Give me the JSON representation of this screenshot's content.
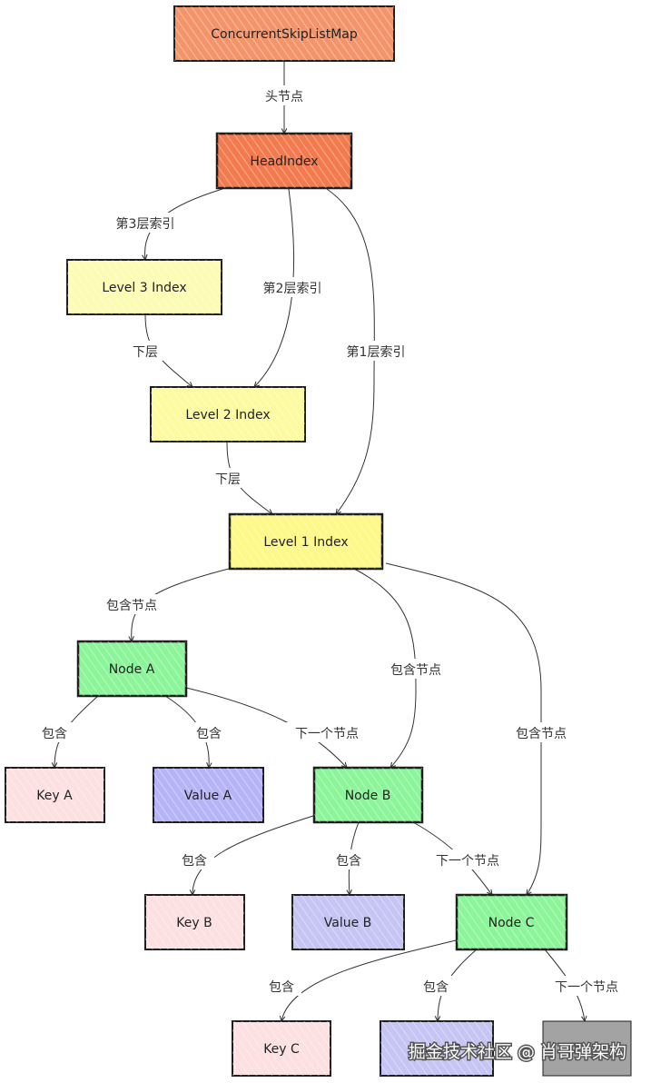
{
  "nodes": {
    "csl": {
      "label": "ConcurrentSkipListMap",
      "fill": "#f4946a"
    },
    "head": {
      "label": "HeadIndex",
      "fill": "#f27a4e"
    },
    "l3": {
      "label": "Level 3 Index",
      "fill": "#fdfcb4"
    },
    "l2": {
      "label": "Level 2 Index",
      "fill": "#fdfba0"
    },
    "l1": {
      "label": "Level 1 Index",
      "fill": "#fdf887"
    },
    "nodeA": {
      "label": "Node A",
      "fill": "#8cf59a"
    },
    "keyA": {
      "label": "Key A",
      "fill": "#fde0e1"
    },
    "valA": {
      "label": "Value A",
      "fill": "#b6b4f6"
    },
    "nodeB": {
      "label": "Node B",
      "fill": "#8cf59a"
    },
    "keyB": {
      "label": "Key B",
      "fill": "#fde0e1"
    },
    "valB": {
      "label": "Value B",
      "fill": "#c5c4f3"
    },
    "nodeC": {
      "label": "Node C",
      "fill": "#8cf59a"
    },
    "keyC": {
      "label": "Key C",
      "fill": "#fde0e1"
    },
    "valC": {
      "label": "Value C",
      "fill": "#c5c4f3"
    },
    "nextNode": {
      "label": "",
      "fill": "#a3a3a3"
    }
  },
  "edges": {
    "e_csl_head": {
      "label": "头节点"
    },
    "e_head_l3": {
      "label": "第3层索引"
    },
    "e_head_l2": {
      "label": "第2层索引"
    },
    "e_head_l1": {
      "label": "第1层索引"
    },
    "e_l3_l2": {
      "label": "下层"
    },
    "e_l2_l1": {
      "label": "下层"
    },
    "e_l1_a": {
      "label": "包含节点"
    },
    "e_l1_b": {
      "label": "包含节点"
    },
    "e_l1_c": {
      "label": "包含节点"
    },
    "e_a_key": {
      "label": "包含"
    },
    "e_a_val": {
      "label": "包含"
    },
    "e_a_b": {
      "label": "下一个节点"
    },
    "e_b_key": {
      "label": "包含"
    },
    "e_b_val": {
      "label": "包含"
    },
    "e_b_c": {
      "label": "下一个节点"
    },
    "e_c_key": {
      "label": "包含"
    },
    "e_c_val": {
      "label": "包含"
    },
    "e_c_next": {
      "label": "下一个节点"
    }
  },
  "watermark": "掘金技术社区 @ 肖哥弹架构",
  "colors": {
    "stroke": "#1e1e1e",
    "edge": "#333333",
    "hatch": "rgba(255,255,255,0.35)"
  }
}
